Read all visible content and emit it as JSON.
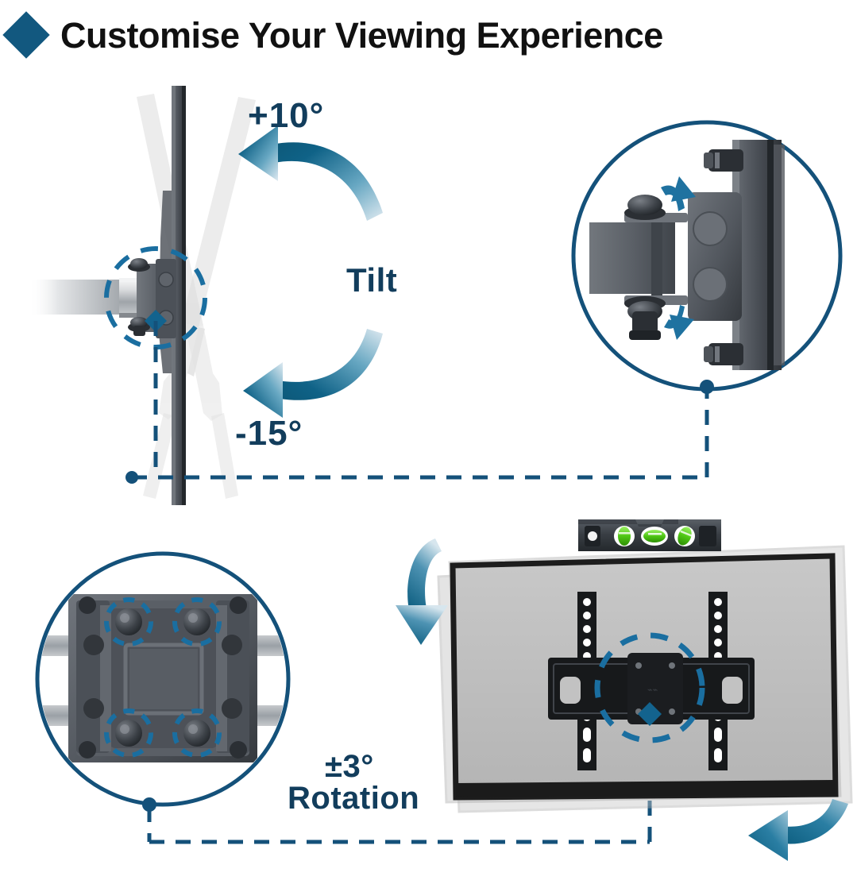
{
  "header": {
    "bullet_icon": "diamond-icon",
    "title": "Customise Your Viewing Experience"
  },
  "colors": {
    "accent_blue": "#12587f",
    "deep_navy": "#123d5c",
    "arrow_dark": "#0f6287",
    "arrow_light": "#cfe0ea",
    "metal_dark": "#4a4f55",
    "metal_mid": "#6e747b",
    "metal_light": "#c9ccd0",
    "panel_grey": "#bfbfbf",
    "level_body": "#3a3f45",
    "level_vial": "#5fd12a"
  },
  "panels": {
    "tilt_side_view": {
      "name": "Tilt side profile illustration",
      "labels": {
        "up_angle": "+10°",
        "down_angle": "-15°",
        "feature": "Tilt"
      },
      "icons": [
        "tv-side-profile",
        "wall-mount-arm",
        "tilt-pivot-highlight",
        "curved-arrow-up",
        "curved-arrow-down",
        "dashed-circle-marker"
      ]
    },
    "tilt_detail_callout": {
      "name": "Tilt mechanism close-up",
      "icons": [
        "circle-callout",
        "tilt-bracket-detail",
        "bolt-head",
        "curved-arrow-small-up",
        "curved-arrow-small-down",
        "dashed-leader-line"
      ]
    },
    "rotation_detail_callout": {
      "name": "Rotation bolts close-up",
      "icons": [
        "circle-callout",
        "mount-rear-plate",
        "dashed-ring-bolt",
        "dashed-leader-line"
      ]
    },
    "rotation_tv_view": {
      "name": "TV rear rotation illustration",
      "labels": {
        "angle": "±3°",
        "feature": "Rotation"
      },
      "icons": [
        "spirit-level",
        "tv-rear-panel",
        "mount-bracket",
        "vertical-rail",
        "dashed-circle-marker",
        "curved-arrow-rotate-left",
        "curved-arrow-rotate-right"
      ]
    }
  }
}
